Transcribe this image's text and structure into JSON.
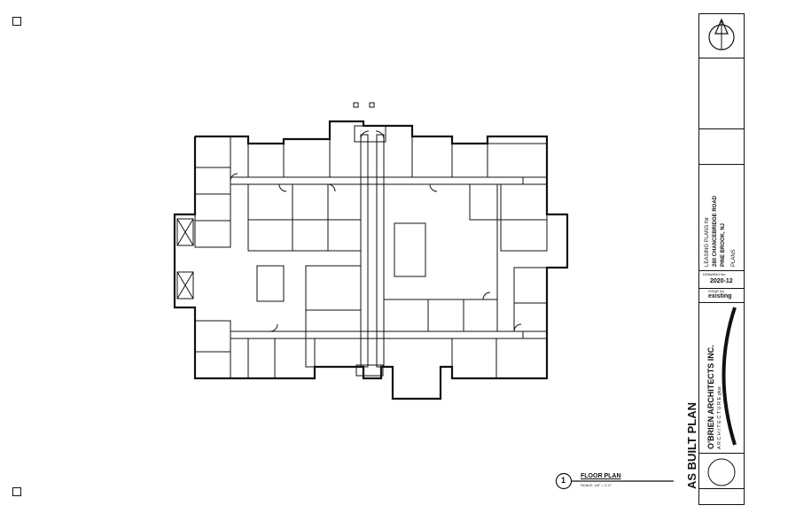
{
  "title_block": {
    "project_line1": "LEASING PLANS for",
    "project_line2": "280 CHANCEBRIDGE ROAD",
    "project_line3": "PINE BROOK, NJ",
    "drawing_type": "PLANS",
    "drawing_no_label": "DRAWING No.",
    "drawing_no": "2020-12",
    "status_label": "ISSUE for",
    "status": "existing",
    "firm_name": "O'BRIEN ARCHITECTS INC.",
    "firm_tagline": "A R C H I T E C T U R E   plus",
    "sheet_title": "AS BUILT PLAN"
  },
  "caption": {
    "number": "1",
    "title": "FLOOR PLAN",
    "scale": "SCALE: 1/8\" = 1'-0\""
  }
}
